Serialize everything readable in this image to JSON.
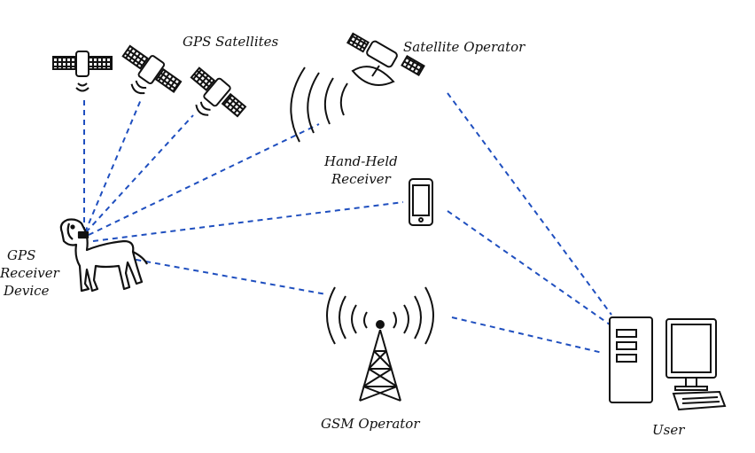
{
  "labels": {
    "gps_satellites": "GPS Satellites",
    "satellite_operator": "Satellite Operator",
    "hand_held_line1": "Hand-Held",
    "hand_held_line2": "Receiver",
    "gps_device_line1": "GPS",
    "gps_device_line2": "Receiver",
    "gps_device_line3": "Device",
    "gsm_operator": "GSM Operator",
    "user": "User"
  },
  "colors": {
    "link_line": "#1f4fbf",
    "icon_stroke": "#111111",
    "background": "#ffffff"
  },
  "icons": [
    "satellite-icon",
    "satellite-dish-icon",
    "smartphone-icon",
    "dog-icon",
    "radio-tower-icon",
    "desktop-computer-icon"
  ]
}
